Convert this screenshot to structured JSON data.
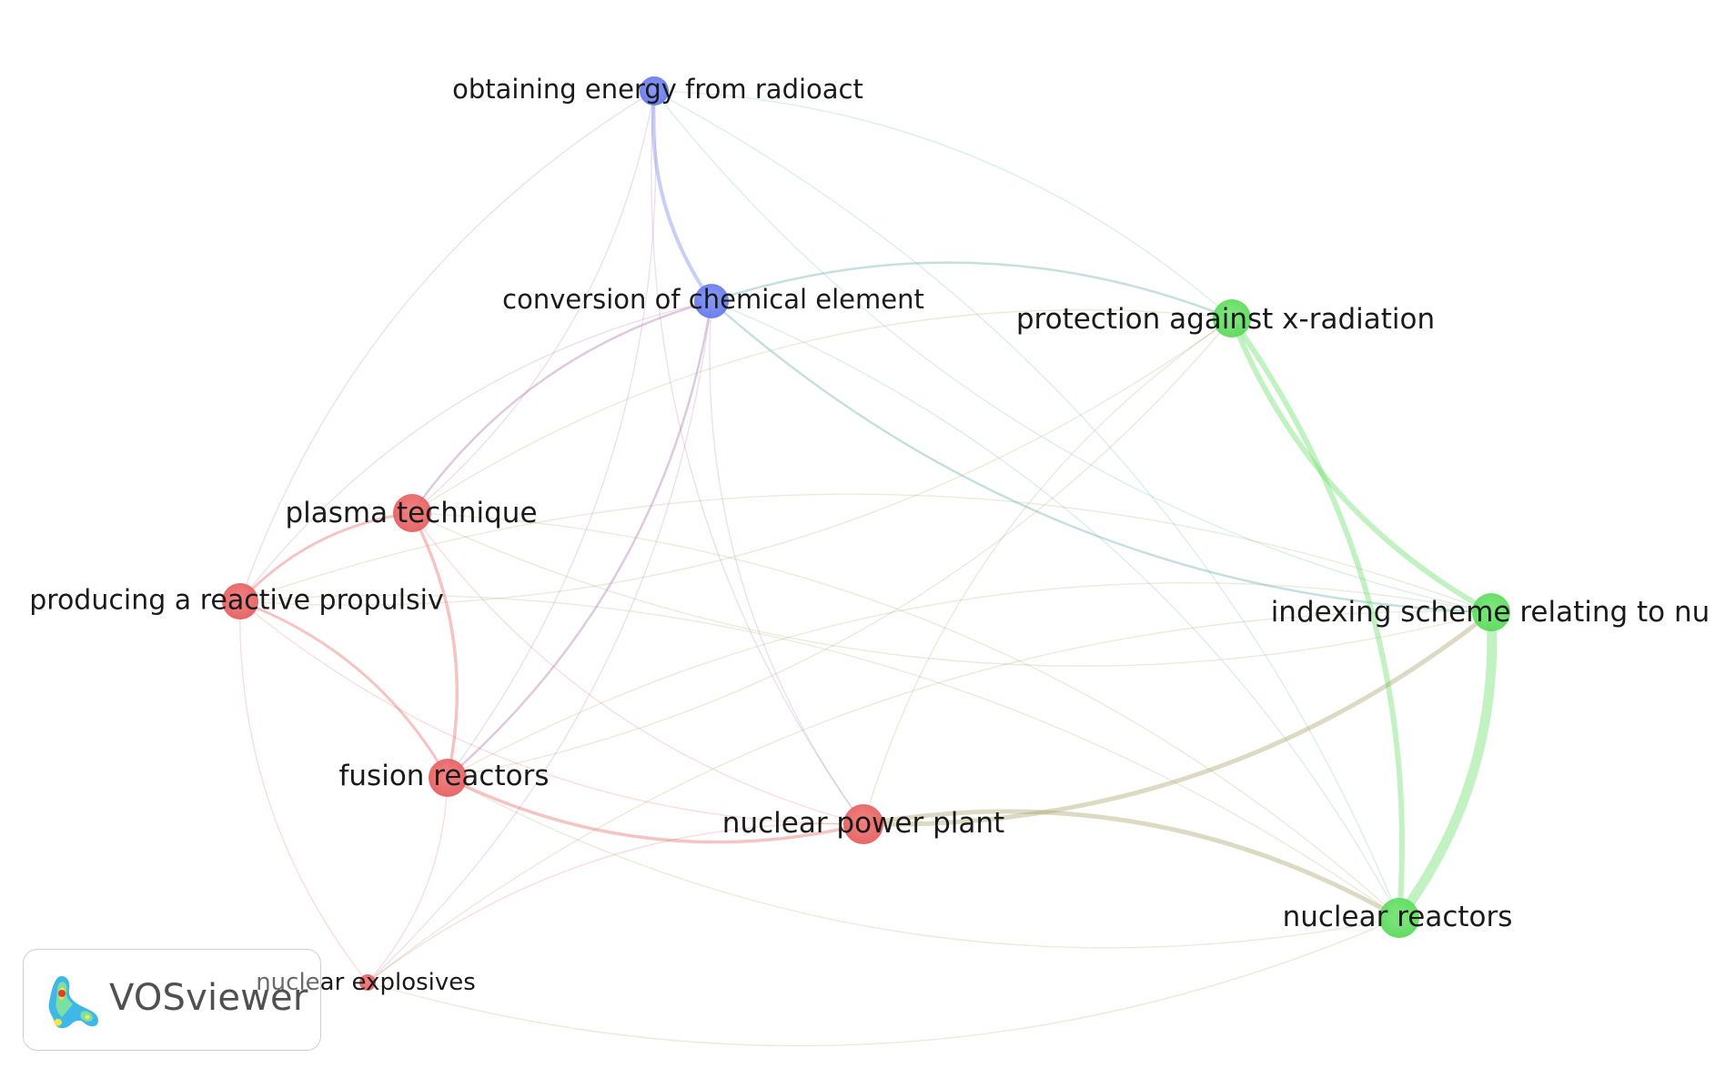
{
  "brand": {
    "name": "VOSviewer",
    "icon": "vosviewer-density-logo-icon"
  },
  "colors": {
    "red": "#e86262",
    "green": "#5fdc5f",
    "blue": "#6a7fee",
    "label": "#1a1a1a"
  },
  "nodes": [
    {
      "id": "obtaining",
      "label": "obtaining energy from radioact",
      "cluster": "blue"
    },
    {
      "id": "conversion",
      "label": "conversion of chemical element",
      "cluster": "blue"
    },
    {
      "id": "protection",
      "label": "protection against x-radiation",
      "cluster": "green"
    },
    {
      "id": "plasma",
      "label": "plasma technique",
      "cluster": "red"
    },
    {
      "id": "producing",
      "label": "producing a reactive propulsiv",
      "cluster": "red"
    },
    {
      "id": "indexing",
      "label": "indexing scheme relating to nu",
      "cluster": "green"
    },
    {
      "id": "fusion",
      "label": "fusion reactors",
      "cluster": "red"
    },
    {
      "id": "npp",
      "label": "nuclear power plant",
      "cluster": "red"
    },
    {
      "id": "reactors",
      "label": "nuclear reactors",
      "cluster": "green"
    },
    {
      "id": "explosives",
      "label": "nuclear explosives",
      "cluster": "red"
    }
  ],
  "links": [
    [
      "obtaining",
      "conversion"
    ],
    [
      "obtaining",
      "plasma"
    ],
    [
      "obtaining",
      "producing"
    ],
    [
      "obtaining",
      "fusion"
    ],
    [
      "obtaining",
      "npp"
    ],
    [
      "obtaining",
      "protection"
    ],
    [
      "obtaining",
      "indexing"
    ],
    [
      "obtaining",
      "reactors"
    ],
    [
      "conversion",
      "plasma"
    ],
    [
      "conversion",
      "fusion"
    ],
    [
      "conversion",
      "npp"
    ],
    [
      "conversion",
      "protection"
    ],
    [
      "conversion",
      "indexing"
    ],
    [
      "conversion",
      "reactors"
    ],
    [
      "conversion",
      "producing"
    ],
    [
      "conversion",
      "explosives"
    ],
    [
      "protection",
      "indexing"
    ],
    [
      "protection",
      "reactors"
    ],
    [
      "protection",
      "npp"
    ],
    [
      "protection",
      "fusion"
    ],
    [
      "protection",
      "plasma"
    ],
    [
      "protection",
      "producing"
    ],
    [
      "plasma",
      "producing"
    ],
    [
      "plasma",
      "fusion"
    ],
    [
      "plasma",
      "npp"
    ],
    [
      "plasma",
      "reactors"
    ],
    [
      "plasma",
      "indexing"
    ],
    [
      "producing",
      "fusion"
    ],
    [
      "producing",
      "npp"
    ],
    [
      "producing",
      "indexing"
    ],
    [
      "producing",
      "explosives"
    ],
    [
      "producing",
      "reactors"
    ],
    [
      "fusion",
      "npp"
    ],
    [
      "fusion",
      "indexing"
    ],
    [
      "fusion",
      "reactors"
    ],
    [
      "fusion",
      "explosives"
    ],
    [
      "npp",
      "indexing"
    ],
    [
      "npp",
      "reactors"
    ],
    [
      "npp",
      "explosives"
    ],
    [
      "indexing",
      "reactors"
    ],
    [
      "indexing",
      "explosives"
    ],
    [
      "reactors",
      "explosives"
    ]
  ]
}
